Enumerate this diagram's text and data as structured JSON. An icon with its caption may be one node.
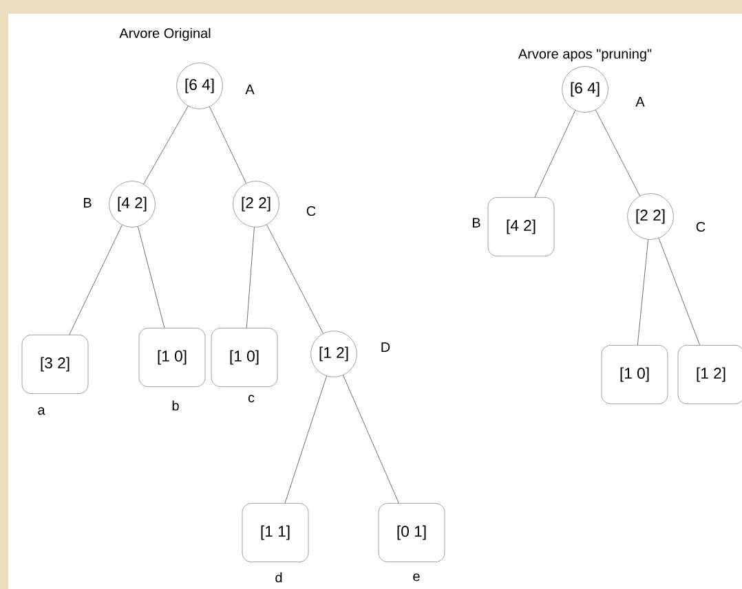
{
  "diagram": {
    "nodes": [
      {
        "text": [
          "[6 4]"
        ],
        "beside": [
          "A"
        ]
      },
      {
        "text": [
          "[4 2]"
        ],
        "beside": [
          "B"
        ]
      },
      {
        "text": [
          "[2 2]"
        ],
        "beside": [
          "C"
        ]
      },
      {
        "text": [
          "[3 2]"
        ],
        "beside": [
          "a"
        ]
      },
      {
        "text": [
          "[1 0]"
        ],
        "beside": [
          "b"
        ]
      },
      {
        "text": [
          "[1 0]"
        ],
        "beside": [
          "c"
        ]
      },
      {
        "text": [
          "[1 2]"
        ],
        "beside": [
          "D"
        ]
      },
      {
        "text": [
          "[1 1]"
        ],
        "beside": [
          "d"
        ]
      },
      {
        "text": [
          "[0 1]"
        ],
        "beside": [
          "e"
        ]
      },
      {
        "text": [
          "[6 4]"
        ],
        "beside": [
          "A"
        ]
      },
      {
        "text": [
          "[4 2]"
        ],
        "beside": [
          "B"
        ]
      },
      {
        "text": [
          "[2 2]"
        ],
        "beside": [
          "C"
        ]
      },
      {
        "text": [
          "[1 0]"
        ]
      },
      {
        "text": [
          "[1 2]"
        ]
      }
    ],
    "edges": [
      {
        "from": 0,
        "to": 1,
        "arrow": "none"
      },
      {
        "from": 0,
        "to": 2,
        "arrow": "none"
      },
      {
        "from": 1,
        "to": 3,
        "arrow": "none"
      },
      {
        "from": 1,
        "to": 4,
        "arrow": "none"
      },
      {
        "from": 2,
        "to": 5,
        "arrow": "none"
      },
      {
        "from": 2,
        "to": 6,
        "arrow": "none"
      },
      {
        "from": 6,
        "to": 7,
        "arrow": "none"
      },
      {
        "from": 6,
        "to": 8,
        "arrow": "none"
      },
      {
        "from": 9,
        "to": 10,
        "arrow": "none"
      },
      {
        "from": 9,
        "to": 11,
        "arrow": "none"
      },
      {
        "from": 11,
        "to": 12,
        "arrow": "none"
      },
      {
        "from": 11,
        "to": 13,
        "arrow": "none"
      }
    ],
    "labels": [
      "Arvore Original",
      "Arvore apos \"pruning\""
    ]
  }
}
